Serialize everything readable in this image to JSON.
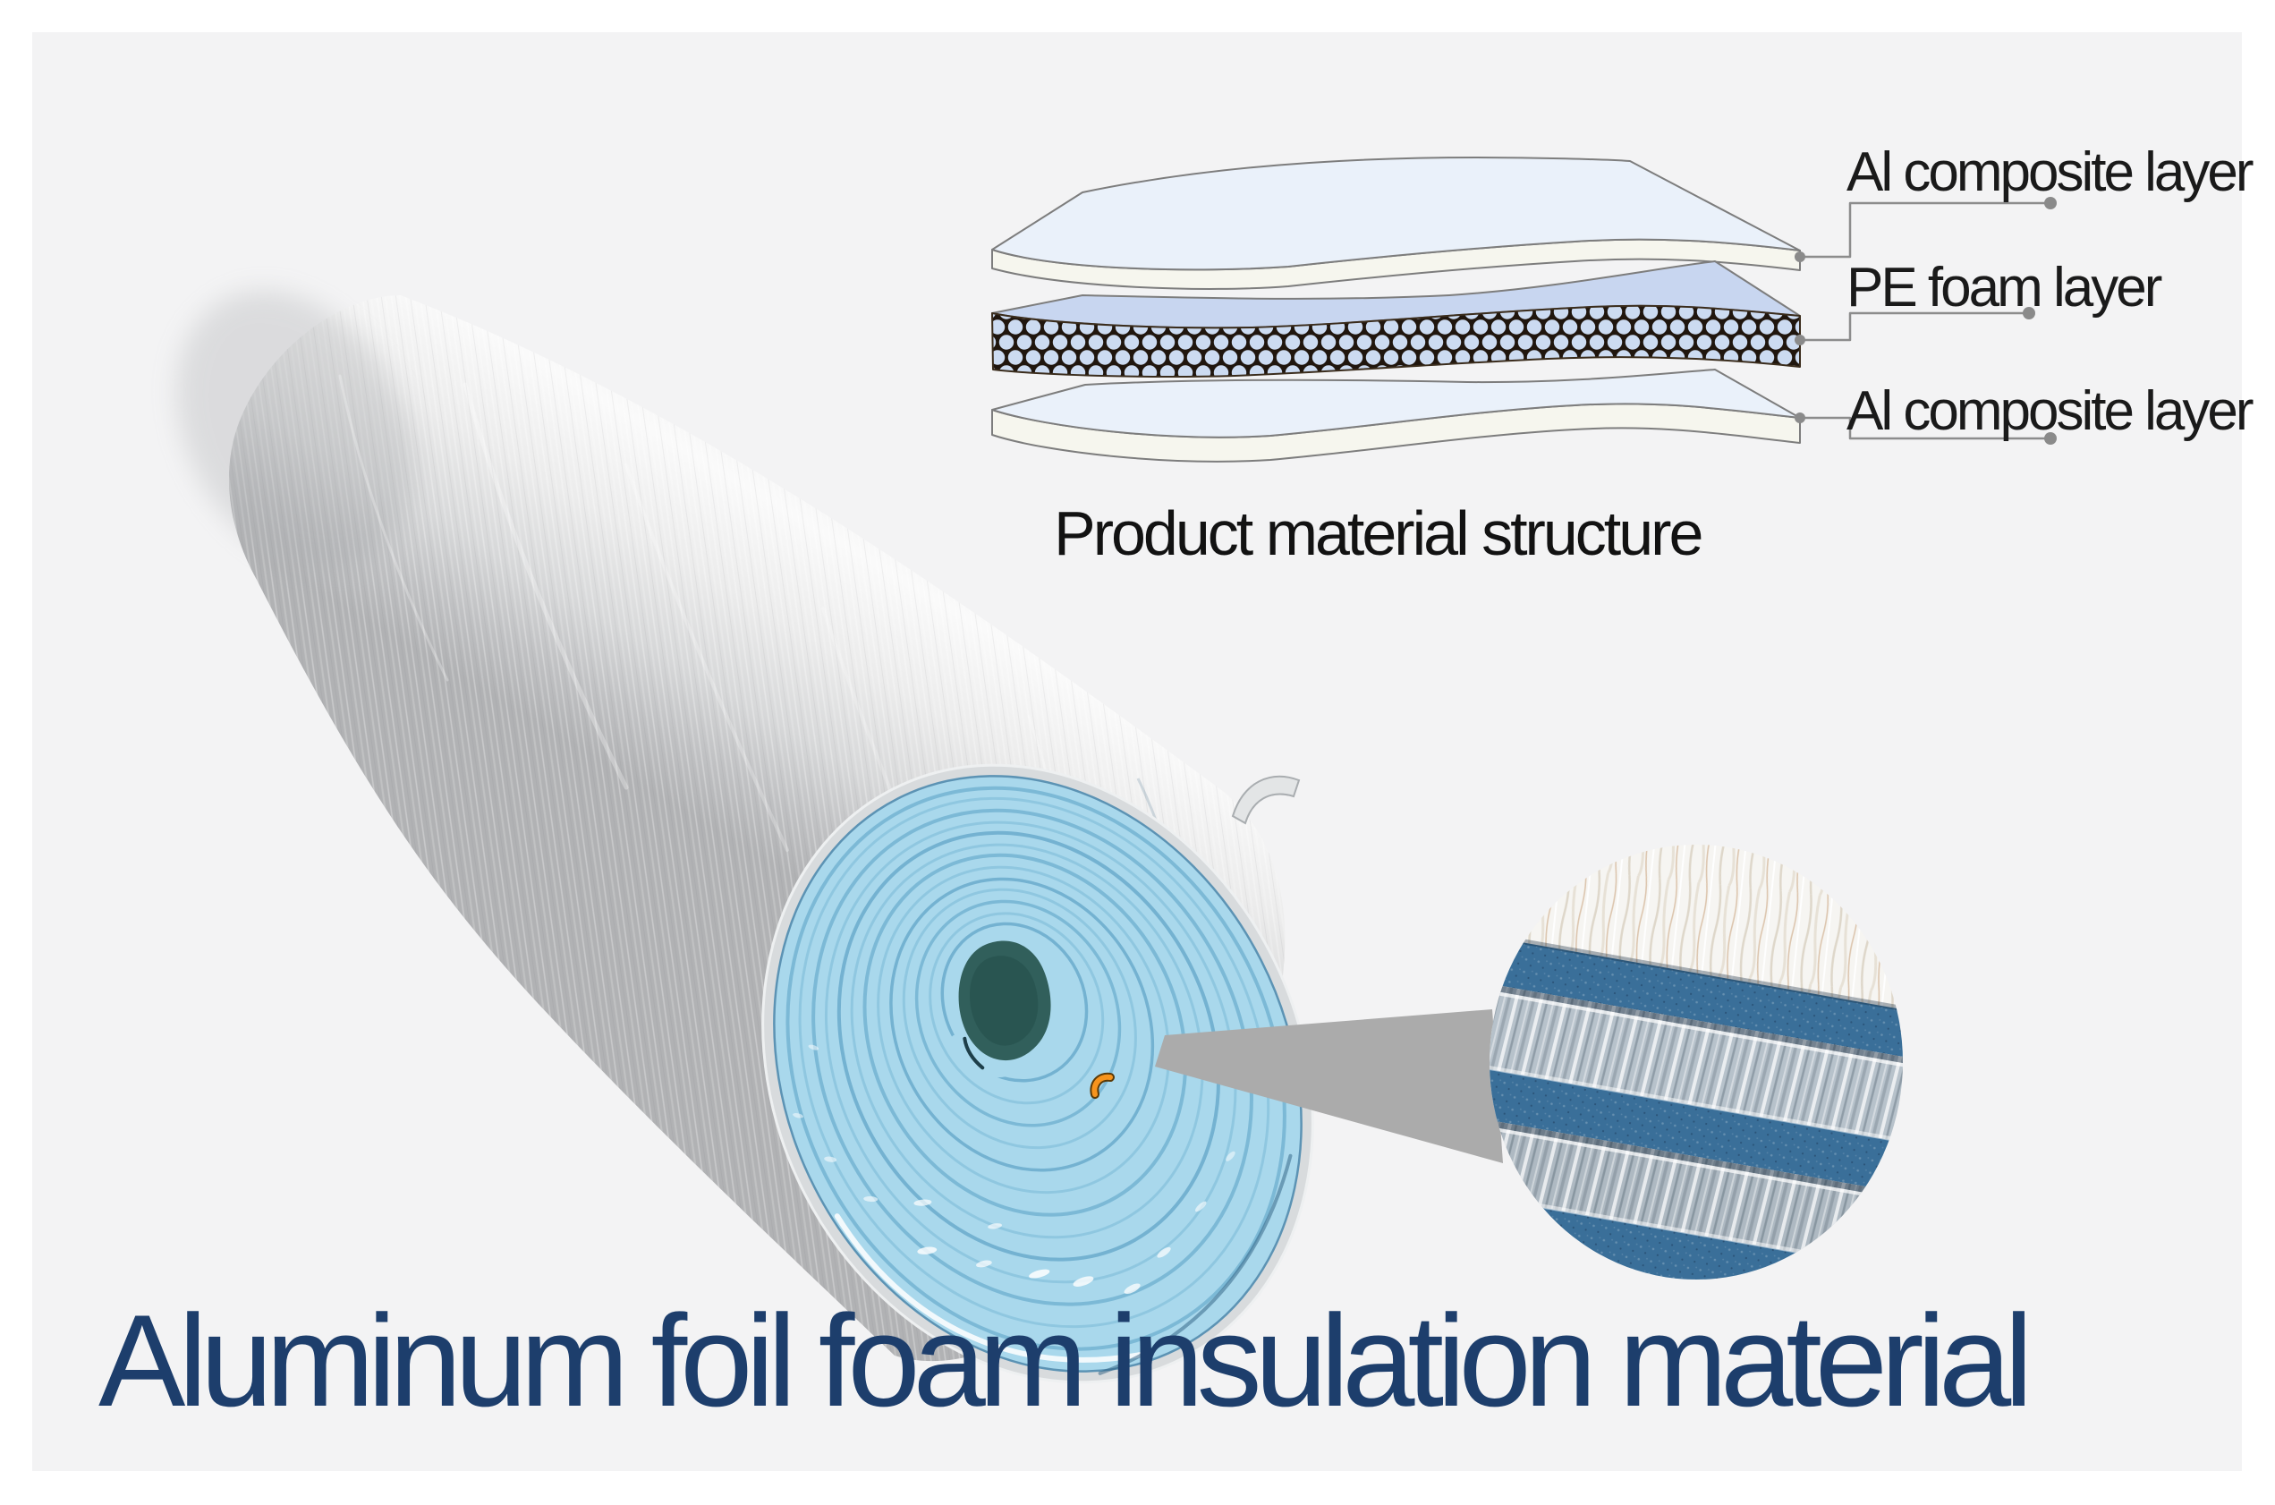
{
  "page": {
    "background_color": "#ffffff",
    "panel_color": "#f3f3f4"
  },
  "title": {
    "text": "Aluminum foil foam insulation material",
    "color": "#1d3e6c"
  },
  "diagram": {
    "caption": "Product material structure",
    "labels": [
      {
        "text": "Al composite layer"
      },
      {
        "text": "PE foam layer"
      },
      {
        "text": "Al composite layer"
      }
    ],
    "colors": {
      "sheet_top": "#eaf1fa",
      "sheet_edge": "#f6f6ee",
      "foam_top": "#c8d6f0",
      "honeycomb_bg": "#20160e",
      "honeycomb_dot": "#ccdbf1",
      "outline": "#7d7d7d",
      "leader": "#8c8c8c"
    }
  },
  "photo": {
    "description_names": [
      "foil-roll",
      "roll-foam-spiral-face",
      "detail-photo-circle"
    ],
    "colors": {
      "foil_light": "#f5f5f4",
      "foil_dark": "#b3b4b6",
      "foam_face": "#a9d8ec",
      "foam_ring": "#7cb9d6",
      "core_hole": "#315f5b",
      "callout_wedge": "#ababab",
      "detail_foam_band": "#3a6f99",
      "detail_foil_band": "#b7c2cb",
      "watermark_orange": "#f7941d"
    }
  }
}
